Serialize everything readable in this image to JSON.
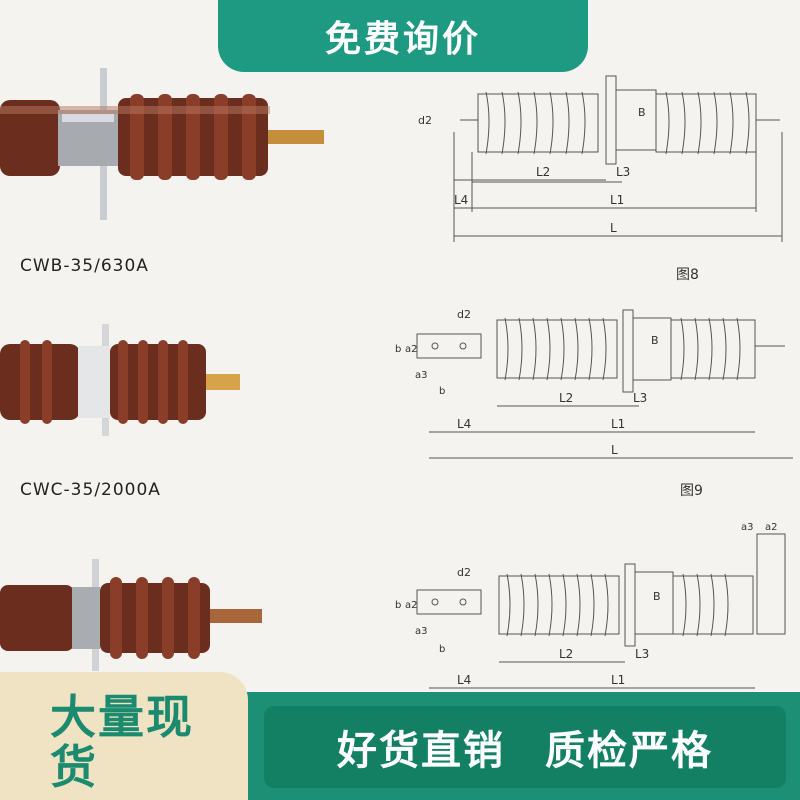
{
  "banner": {
    "title": "免费询价"
  },
  "products": [
    {
      "caption": "CWB-35/630A"
    },
    {
      "caption": "CWC-35/2000A"
    }
  ],
  "figures": [
    {
      "label": "图8",
      "dims": [
        "d2",
        "B",
        "L2",
        "L3",
        "L4",
        "L1",
        "L"
      ]
    },
    {
      "label": "图9",
      "dims": [
        "d2",
        "b",
        "a2",
        "a3",
        "b",
        "B",
        "L2",
        "L3",
        "L4",
        "L1",
        "L"
      ]
    },
    {
      "dims": [
        "d2",
        "b",
        "a2",
        "a3",
        "b",
        "B",
        "L2",
        "L3",
        "L4",
        "L1",
        "a3",
        "a2"
      ]
    }
  ],
  "footer": {
    "badge": "大量现货",
    "slogan_1": "好货直销",
    "slogan_2": "质检严格"
  },
  "colors": {
    "brand": "#1f9a82",
    "footer": "#1c8f74",
    "badge_bg": "#f0e3c4",
    "porcelain": "#6b2e1e"
  }
}
